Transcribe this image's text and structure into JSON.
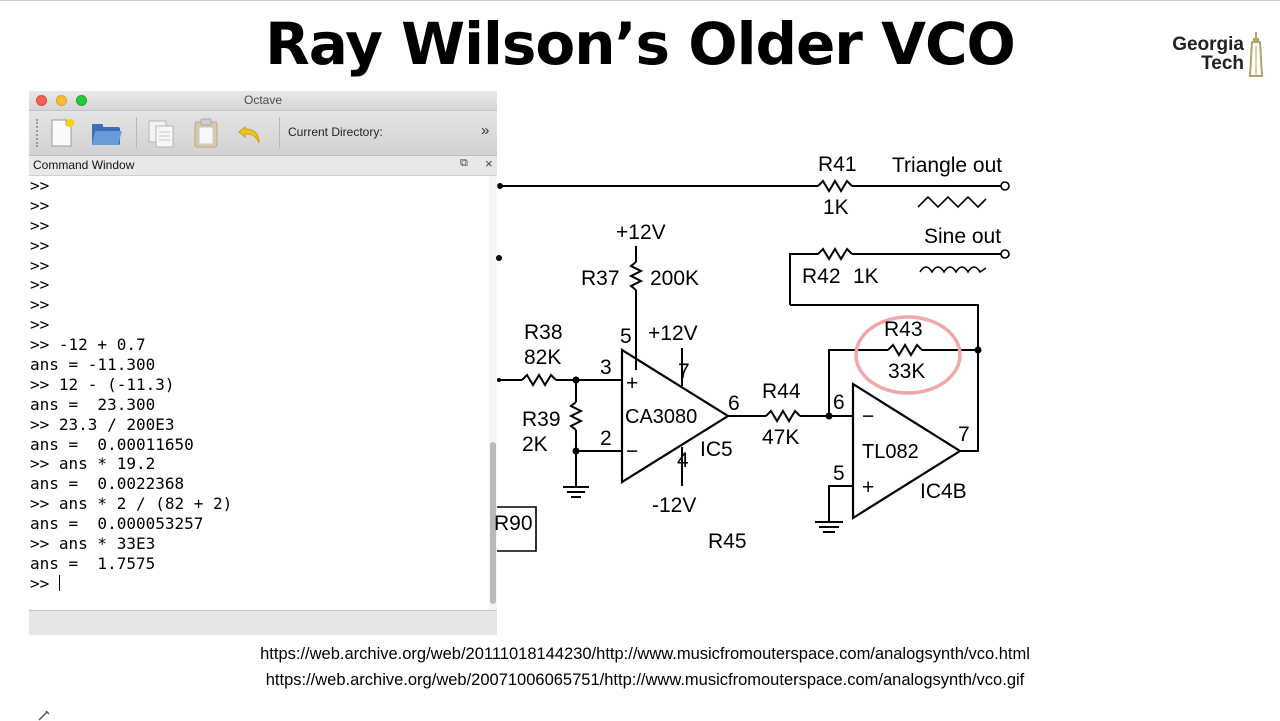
{
  "slide": {
    "title": "Ray Wilson’s Older VCO",
    "logo_line1": "Georgia",
    "logo_line2": "Tech",
    "url1": "https://web.archive.org/web/20111018144230/http://www.musicfromouterspace.com/analogsynth/vco.html",
    "url2": "https://web.archive.org/web/20071006065751/http://www.musicfromouterspace.com/analogsynth/vco.gif"
  },
  "octave": {
    "window_title": "Octave",
    "current_directory_label": "Current Directory:",
    "more_glyph": "»",
    "command_window_label": "Command Window",
    "undock_glyph": "⧉",
    "close_glyph": "×",
    "lines": [
      ">>",
      ">>",
      ">>",
      ">>",
      ">>",
      ">>",
      ">>",
      ">>",
      ">> -12 + 0.7",
      "ans = -11.300",
      ">> 12 - (-11.3)",
      "ans =  23.300",
      ">> 23.3 / 200E3",
      "ans =  0.00011650",
      ">> ans * 19.2",
      "ans =  0.0022368",
      ">> ans * 2 / (82 + 2)",
      "ans =  0.000053257",
      ">> ans * 33E3",
      "ans =  1.7575"
    ],
    "prompt": ">> ",
    "toolbar_icons": [
      "new-file-icon",
      "open-folder-icon",
      "copy-icon",
      "paste-icon",
      "undo-icon"
    ]
  },
  "schematic": {
    "labels": {
      "r41": "R41",
      "r41_val": "1K",
      "triangle_out": "Triangle out",
      "sine_out": "Sine out",
      "r42": "R42",
      "r42_val": "1K",
      "plus12_top": "+12V",
      "r37": "R37",
      "r37_val": "200K",
      "r38": "R38",
      "r38_val": "82K",
      "r39": "R39",
      "r39_val": "2K",
      "pin5": "5",
      "plus12_b": "+12V",
      "pin3": "3",
      "pin7": "7",
      "pin6": "6",
      "pin2": "2",
      "pin4": "4",
      "chip1": "CA3080",
      "ic5": "IC5",
      "minus12": "-12V",
      "r44": "R44",
      "r44_val": "47K",
      "r43": "R43",
      "r43_val": "33K",
      "op_pin6": "6",
      "op_pin7": "7",
      "op_pin5": "5",
      "chip2": "TL082",
      "ic4b": "IC4B",
      "r45": "R45",
      "r90": "R90",
      "plus": "+",
      "minus": "−"
    },
    "highlight_color": "#f0a8a8"
  }
}
